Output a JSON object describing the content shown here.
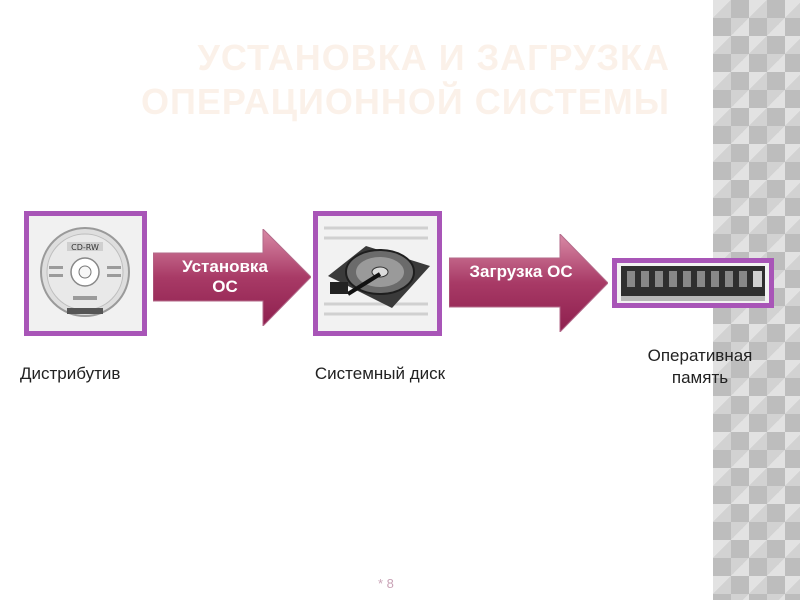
{
  "slide": {
    "title_line1": "Установка и загрузка",
    "title_line2": "операционной системы",
    "page_number": "* 8"
  },
  "flow": {
    "install_label": "Установка ОС",
    "boot_label": "Загрузка ОС"
  },
  "items": {
    "distribution": "Дистрибутив",
    "system_disk": "Системный диск",
    "ram_line1": "Оперативная",
    "ram_line2": "память"
  },
  "images": {
    "cd_label": "CD-RW"
  },
  "colors": {
    "frame": "#a855b7",
    "arrow_dark": "#8e1f4e",
    "arrow_light": "#d98aa6"
  }
}
